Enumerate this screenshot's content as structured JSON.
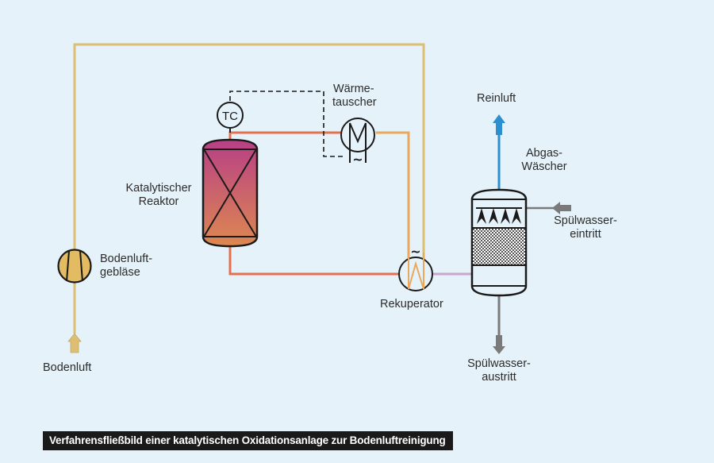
{
  "title": "Verfahrensfließbild einer katalytischen Oxidationsanlage zur Bodenluftreinigung",
  "labels": {
    "bodenluft": "Bodenluft",
    "geblaese": [
      "Bodenluft-",
      "gebläse"
    ],
    "reaktor": [
      "Katalytischer",
      "Reaktor"
    ],
    "tc": "TC",
    "waermetauscher": [
      "Wärme-",
      "tauscher"
    ],
    "rekuperator": "Rekuperator",
    "reinluft": "Reinluft",
    "abgaswaescher": [
      "Abgas-",
      "Wäscher"
    ],
    "spuelwasser_eintritt": [
      "Spülwasser-",
      "eintritt"
    ],
    "spuelwasser_austritt": [
      "Spülwasser-",
      "austritt"
    ],
    "tilde": "~"
  },
  "colors": {
    "background": "#e6f2f9",
    "raw_air_line": "#dcbf72",
    "hot_line": "#e4704f",
    "warm_line": "#e9a85c",
    "exhaust_line": "#c9a6cc",
    "clean_air": "#2b8fd0",
    "water": "#7a7a7a",
    "reactor_top": "#b83f86",
    "reactor_bottom": "#dd8850",
    "fan_fill": "#e2bb62",
    "caption_bg": "#1a1a1a"
  }
}
